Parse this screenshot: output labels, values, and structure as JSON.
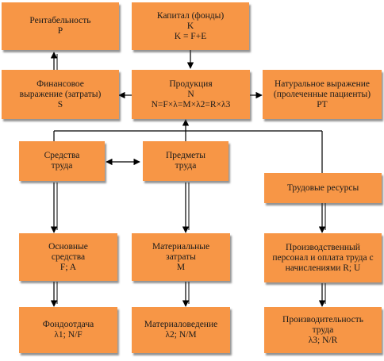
{
  "boxes": {
    "profitability": [
      "Рентабельность",
      "P"
    ],
    "capital": [
      "Капитал (фонды)",
      "K",
      "K = F+E"
    ],
    "financial": [
      "Финансовое",
      "выражение (затраты)",
      "S"
    ],
    "production": [
      "Продукция",
      "N",
      "N=F×λ=M×λ2=R×λ3"
    ],
    "natural": [
      "Натуральное выражение",
      "(пролеченные пациенты)",
      "PT"
    ],
    "means": [
      "Средства",
      "труда"
    ],
    "objects": [
      "Предметы",
      "труда"
    ],
    "labor": [
      "Трудовые ресурсы"
    ],
    "fixed_assets": [
      "Основные",
      "средства",
      "F; A"
    ],
    "material_costs": [
      "Материальные",
      "затраты",
      "M"
    ],
    "personnel": [
      "Производственный",
      "персонал и оплата труда с",
      "начислениями R; U"
    ],
    "capital_productivity": [
      "Фондоотдача",
      "λ1; N/F"
    ],
    "material_intensity": [
      "Материаловедение",
      "λ2; N/M"
    ],
    "labor_productivity": [
      "Производительность",
      "труда",
      "λ3; N/R"
    ]
  },
  "colors": {
    "box_fill": "#f79646",
    "arrow": "#000000"
  }
}
